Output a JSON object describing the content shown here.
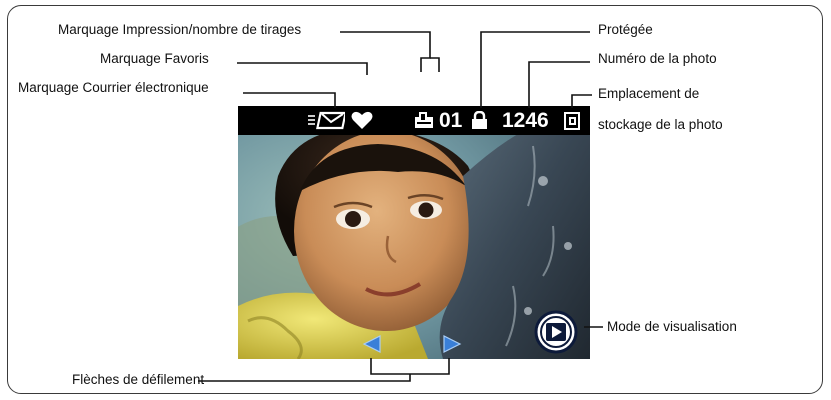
{
  "labels": {
    "print_tag": "Marquage Impression/nombre de tirages",
    "favorites_tag": "Marquage Favoris",
    "email_tag": "Marquage  Courrier électronique",
    "protected": "Protégée",
    "photo_number": "Numéro de la photo",
    "storage_line1": "Emplacement de",
    "storage_line2": "stockage de la photo",
    "review_mode": "Mode de visualisation",
    "scroll_arrows": "Flèches de défilement"
  },
  "status_bar": {
    "print_count": "01",
    "photo_number": "1246"
  },
  "icons": {
    "email": "email-tag-icon",
    "favorite": "heart-icon",
    "print": "print-icon",
    "protected": "lock-icon",
    "storage": "memory-card-icon",
    "review": "play-icon",
    "scroll_left": "left-arrow-icon",
    "scroll_right": "right-arrow-icon"
  },
  "colors": {
    "status_bar": "#000000",
    "arrows": "#3a7fd8",
    "frame": "#3a3a3a"
  }
}
